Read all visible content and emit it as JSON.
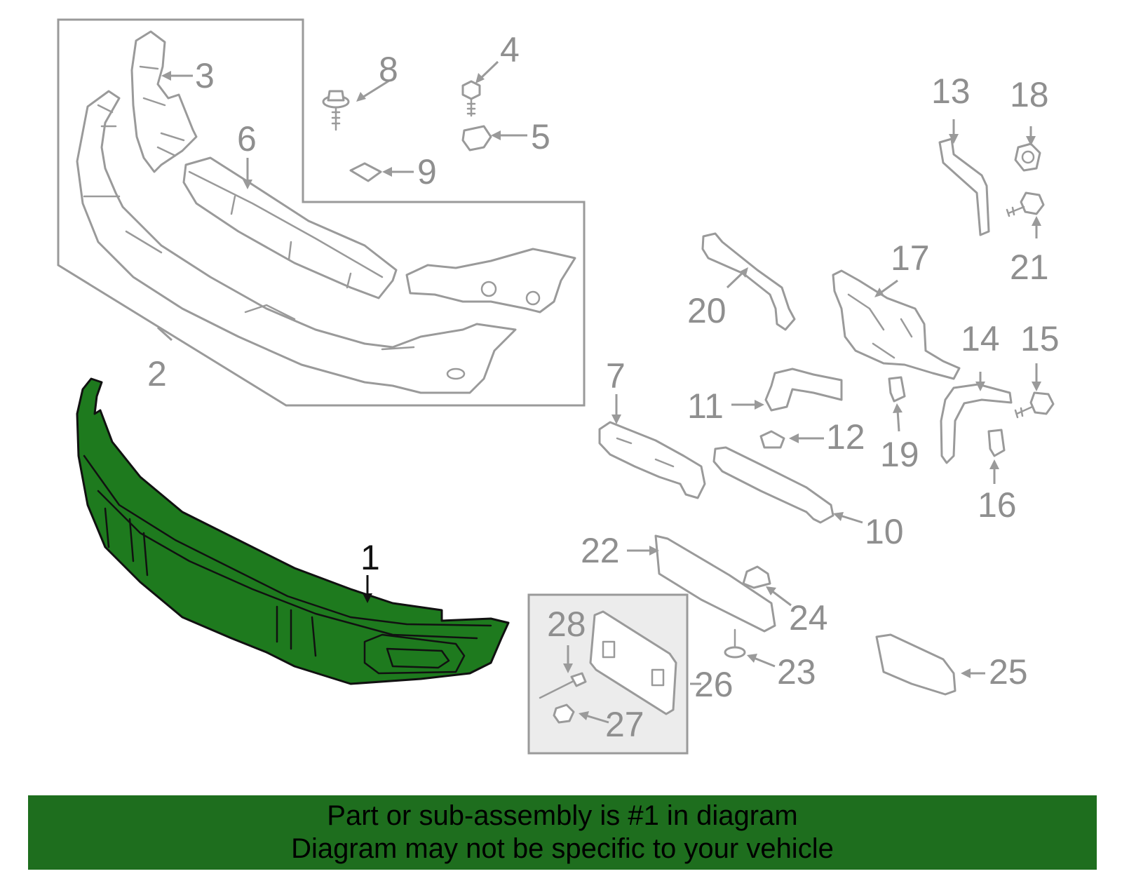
{
  "diagram": {
    "highlight_color": "#1e7a1e",
    "callouts": {
      "c1": "1",
      "c2": "2",
      "c3": "3",
      "c4": "4",
      "c5": "5",
      "c6": "6",
      "c7": "7",
      "c8": "8",
      "c9": "9",
      "c10": "10",
      "c11": "11",
      "c12": "12",
      "c13": "13",
      "c14": "14",
      "c15": "15",
      "c16": "16",
      "c17": "17",
      "c18": "18",
      "c19": "19",
      "c20": "20",
      "c21": "21",
      "c22": "22",
      "c23": "23",
      "c24": "24",
      "c25": "25",
      "c26": "26",
      "c27": "27",
      "c28": "28"
    }
  },
  "banner": {
    "line1": "Part or sub-assembly is #1 in diagram",
    "line2": "Diagram may not be specific to your vehicle",
    "background": "#1e6e1e"
  }
}
